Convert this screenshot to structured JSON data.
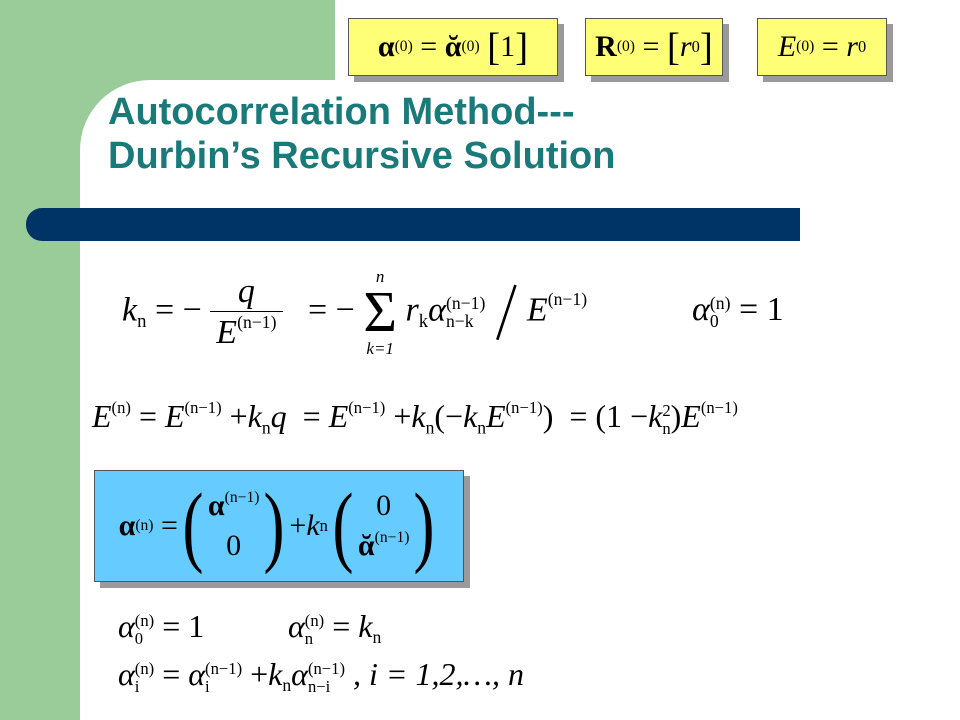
{
  "title": {
    "line1": "Autocorrelation Method---",
    "line2": "Durbin’s Recursive Solution"
  },
  "init_boxes": {
    "alpha": {
      "lhs": "α",
      "lhs_sup": "(0)",
      "eq": "=",
      "mid": "ᾰ",
      "mid_sup": "(0)",
      "rhs": "1"
    },
    "R": {
      "lhs": "R",
      "lhs_sup": "(0)",
      "eq": "=",
      "rhs": "r",
      "rhs_sub": "0"
    },
    "E": {
      "lhs": "E",
      "lhs_sup": "(0)",
      "eq": "=",
      "rhs": "r",
      "rhs_sub": "0"
    }
  },
  "kn_equation": {
    "lhs": "k",
    "lhs_sub": "n",
    "eq1": "= −",
    "frac_num": "q",
    "frac_den": "E",
    "frac_den_sup": "(n−1)",
    "eq2": "= −",
    "sum_top": "n",
    "sum_sym": "Σ",
    "sum_bottom": "k=1",
    "term_r": "r",
    "term_r_sub": "k",
    "term_alpha": "α",
    "term_alpha_sup": "(n−1)",
    "term_alpha_sub": "n−k",
    "div_E": "E",
    "div_E_sup": "(n−1)"
  },
  "alpha0_top": {
    "sym": "α",
    "sup": "(n)",
    "sub": "0",
    "rhs": "= 1"
  },
  "e_equation": {
    "lhs": "E",
    "lhs_sup": "(n)",
    "eq1": "=",
    "t1": "E",
    "t1_sup": "(n−1)",
    "plus1": "+",
    "t2": "k",
    "t2_sub": "n",
    "t2b": "q",
    "eq2": "=",
    "t3": "E",
    "t3_sup": "(n−1)",
    "plus2": "+",
    "t4": "k",
    "t4_sub": "n",
    "t4_open": "(−",
    "t5": "k",
    "t5_sub": "n",
    "t6": "E",
    "t6_sup": "(n−1)",
    "t6_close": ")",
    "eq3": "= (1 −",
    "t7": "k",
    "t7_sup": "2",
    "t7_sub": "n",
    "t7_close": ")",
    "t8": "E",
    "t8_sup": "(n−1)"
  },
  "vector_equation": {
    "lhs": "α",
    "lhs_sup": "(n)",
    "eq": "=",
    "v1_top": "α",
    "v1_top_sup": "(n−1)",
    "v1_bottom": "0",
    "plus": "+",
    "k": "k",
    "k_sub": "n",
    "v2_top": "0",
    "v2_bottom": "ᾰ",
    "v2_bottom_sup": "(n−1)"
  },
  "bottom_lines": {
    "line1_a": {
      "sym": "α",
      "sup": "(n)",
      "sub": "0",
      "rhs": "= 1"
    },
    "line1_b": {
      "sym": "α",
      "sup": "(n)",
      "sub": "n",
      "eq": "=",
      "rhs": "k",
      "rhs_sub": "n"
    },
    "line2": {
      "sym": "α",
      "sup": "(n)",
      "sub": "i",
      "eq": "=",
      "t1": "α",
      "t1_sup": "(n−1)",
      "t1_sub": "i",
      "plus": "+",
      "t2": "k",
      "t2_sub": "n",
      "t3": "α",
      "t3_sup": "(n−1)",
      "t3_sub": "n−i",
      "tail": ", i = 1,2,…, n"
    }
  },
  "colors": {
    "sidebar": "#99cc99",
    "title": "#1a7a7a",
    "bar": "#003366",
    "yellow_box": "#ffff77",
    "cyan_box": "#66ccff"
  }
}
